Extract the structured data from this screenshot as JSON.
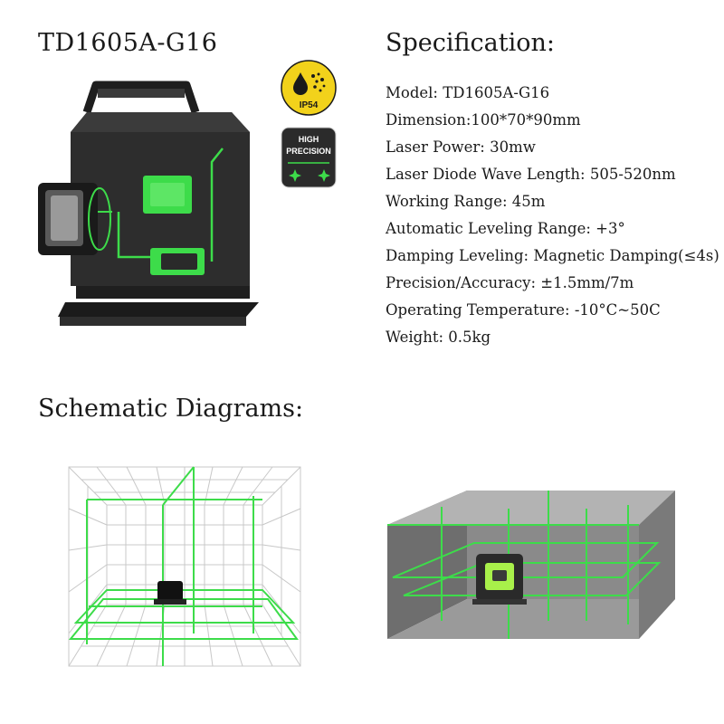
{
  "header": {
    "model_title": "TD1605A-G16",
    "spec_title": "Specification:"
  },
  "badges": {
    "ip_rating": "IP54",
    "precision_line1": "HIGH",
    "precision_line2": "PRECISION"
  },
  "specs": [
    "Model: TD1605A-G16",
    "Dimension:100*70*90mm",
    "Laser Power: 30mw",
    "Laser Diode Wave Length: 505-520nm",
    "Working Range: 45m",
    "Automatic Leveling Range: +3°",
    "Damping Leveling: Magnetic Damping(≤4s)",
    "Precision/Accuracy: ±1.5mm/7m",
    "Operating Temperature: -10°C~50C",
    "Weight: 0.5kg"
  ],
  "schematic_title": "Schematic Diagrams:",
  "colors": {
    "laser_green": "#3ddc4a",
    "body_dark": "#2b2b2b",
    "box_gray": "#6e6e6e",
    "badge_yellow": "#f2d21b"
  },
  "icons": [
    "water-drop-icon",
    "dust-particles-icon",
    "sparkle-icon"
  ]
}
